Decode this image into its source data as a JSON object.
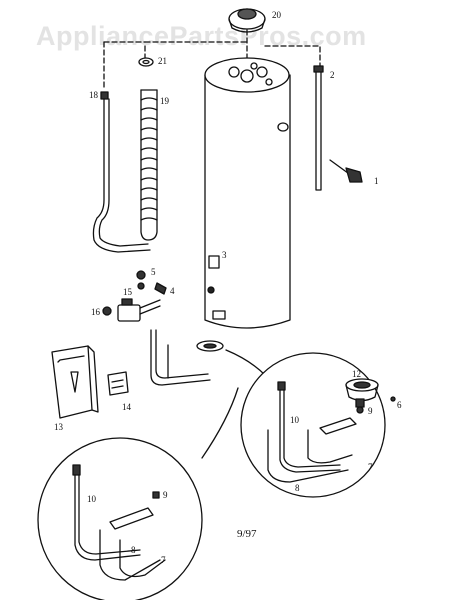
{
  "watermark": "AppliancePartsPros.com",
  "drawing_date": "9/97",
  "part_numbers": {
    "p1": "1",
    "p2": "2",
    "p3": "3",
    "p4": "4",
    "p5": "5",
    "p6": "6",
    "p7": "7",
    "p8": "8",
    "p9": "9",
    "p10": "10",
    "p12": "12",
    "p13": "13",
    "p14": "14",
    "p15": "15",
    "p16": "16",
    "p18": "18",
    "p19": "19",
    "p20": "20",
    "p21": "21",
    "p7_detail": "7",
    "p8_detail": "8",
    "p9_detail": "9",
    "p10_detail": "10"
  },
  "colors": {
    "line": "#111111",
    "watermark": "#e3e3e3",
    "background": "#ffffff"
  }
}
